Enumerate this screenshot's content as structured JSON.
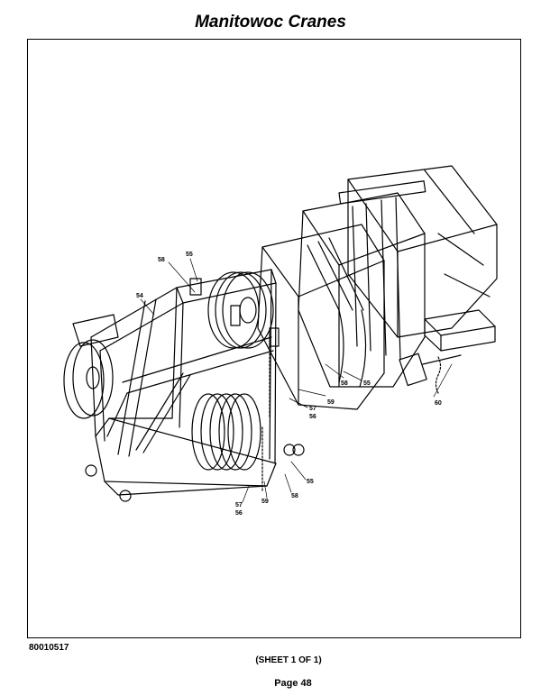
{
  "header": {
    "title": "Manitowoc Cranes"
  },
  "drawing": {
    "callouts": [
      "55",
      "58",
      "54",
      "58",
      "55",
      "59",
      "57",
      "56",
      "60",
      "55",
      "58",
      "59",
      "57",
      "56"
    ]
  },
  "footer": {
    "doc_number": "80010517",
    "sheet": "(SHEET 1 OF 1)",
    "page": "Page 48"
  }
}
